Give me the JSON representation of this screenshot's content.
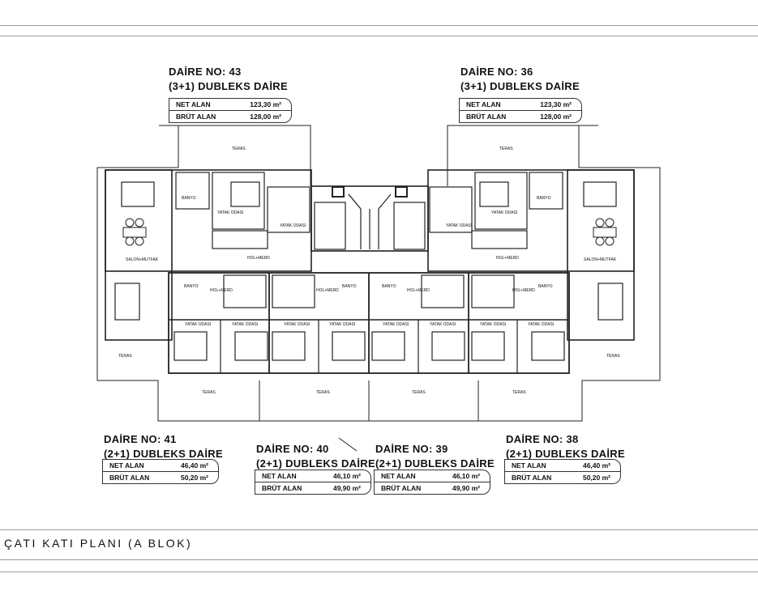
{
  "title": "ÇATI KATI PLANI (A BLOK)",
  "area_labels": {
    "net": "NET ALAN",
    "gross": "BRÜT ALAN"
  },
  "units": [
    {
      "no": "DAİRE NO: 43",
      "type": "(3+1) DUBLEKS DAİRE",
      "net": "123,30 m²",
      "gross": "128,00 m²"
    },
    {
      "no": "DAİRE NO: 36",
      "type": "(3+1) DUBLEKS DAİRE",
      "net": "123,30 m²",
      "gross": "128,00 m²"
    },
    {
      "no": "DAİRE NO: 41",
      "type": "(2+1) DUBLEKS DAİRE",
      "net": "46,40 m²",
      "gross": "50,20 m²"
    },
    {
      "no": "DAİRE NO: 40",
      "type": "(2+1) DUBLEKS DAİRE",
      "net": "46,10 m²",
      "gross": "49,90 m²"
    },
    {
      "no": "DAİRE NO: 39",
      "type": "(2+1) DUBLEKS DAİRE",
      "net": "46,10 m²",
      "gross": "49,90 m²"
    },
    {
      "no": "DAİRE NO: 38",
      "type": "(2+1) DUBLEKS DAİRE",
      "net": "46,40 m²",
      "gross": "50,20 m²"
    }
  ],
  "rooms": {
    "teras": "TERAS",
    "salon": "SALON+MUTFAK",
    "banyo": "BANYO",
    "yatak": "YATAK ODASI",
    "hol": "HOL+MERD"
  }
}
